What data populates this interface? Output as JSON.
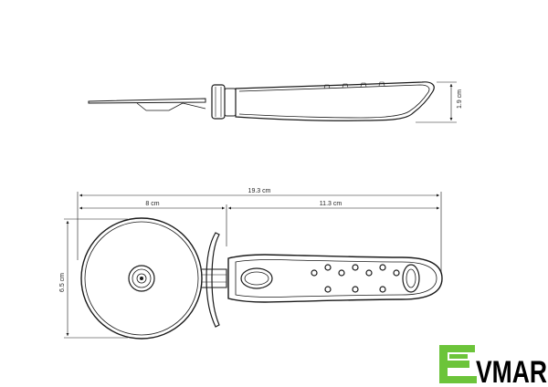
{
  "dimensions": {
    "total_length": "19.3 cm",
    "head_length": "8 cm",
    "handle_length": "11.3 cm",
    "diameter": "6.5 cm",
    "side_height": "1.9 cm"
  },
  "brand": {
    "rest": "VMAR",
    "color": "#6cc43a",
    "dark": "#000000"
  }
}
